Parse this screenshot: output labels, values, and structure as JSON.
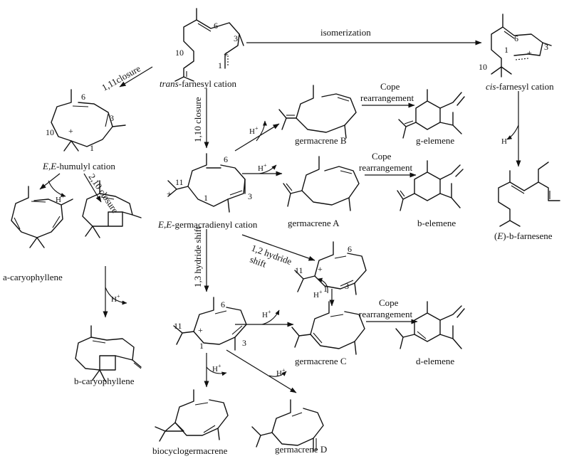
{
  "arrows": {
    "isomerization": "isomerization",
    "closure_1_11": "1,11closure",
    "closure_1_10": "1,10 closure",
    "closure_2_10": "2,10 closure",
    "hydride_1_3": "1,3 hydride shift",
    "hydride_1_2_a": "1,2 hydride",
    "hydride_1_2_b": "shift",
    "cope_b_1": "Cope",
    "cope_b_2": "rearrangement",
    "cope_a_1": "Cope",
    "cope_a_2": "rearrangement",
    "cope_c_1": "Cope",
    "cope_c_2": "rearrangement",
    "proton": "H",
    "proton_sup": "+"
  },
  "compounds": {
    "trans_farnesyl_a": "trans",
    "trans_farnesyl_b": "-farnesyl cation",
    "cis_farnesyl_a": "cis",
    "cis_farnesyl_b": "-farnesyl cation",
    "humulyl_a": "E,E",
    "humulyl_b": "-humulyl cation",
    "germacradienyl_a": "E,E",
    "germacradienyl_b": "-germacradienyl cation",
    "germacrene_b": "germacrene B",
    "g_elemene": "g-elemene",
    "germacrene_a": "germacrene A",
    "b_elemene": "b-elemene",
    "farnesene_a": "(",
    "farnesene_e": "E",
    "farnesene_b": ")-b-farnesene",
    "a_caryophyllene": "a-caryophyllene",
    "b_caryophyllene": "b-caryophyllene",
    "germacrene_c": "germacrene C",
    "d_elemene": "d-elemene",
    "biocyclogermacrene": "biocyclogermacrene",
    "germacrene_d": "germacrene D"
  },
  "atom_numbers": {
    "n1": "1",
    "n3": "3",
    "n6": "6",
    "n10": "10",
    "n11": "11"
  },
  "charge": "+"
}
